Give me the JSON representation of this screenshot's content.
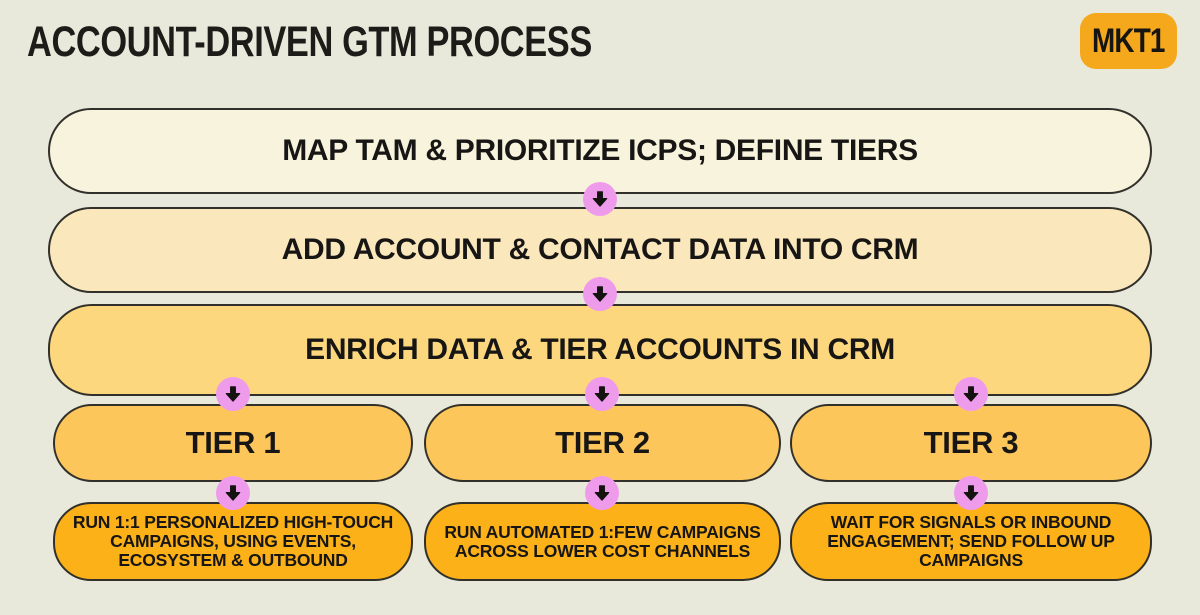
{
  "header": {
    "title": "ACCOUNT-DRIVEN GTM PROCESS",
    "logo_text": "MKT1"
  },
  "flow": {
    "steps": [
      {
        "label": "MAP TAM & PRIORITIZE ICPS; DEFINE TIERS"
      },
      {
        "label": "ADD ACCOUNT & CONTACT DATA INTO CRM"
      },
      {
        "label": "ENRICH DATA & TIER ACCOUNTS IN CRM"
      }
    ],
    "tiers": [
      {
        "label": "TIER 1",
        "detail_lines": [
          "RUN 1:1 PERSONALIZED HIGH-TOUCH",
          "CAMPAIGNS, USING EVENTS,",
          "ECOSYSTEM & OUTBOUND"
        ]
      },
      {
        "label": "TIER 2",
        "detail_lines": [
          "RUN AUTOMATED 1:FEW CAMPAIGNS",
          "ACROSS LOWER COST CHANNELS"
        ]
      },
      {
        "label": "TIER 3",
        "detail_lines": [
          "WAIT FOR SIGNALS OR INBOUND",
          "ENGAGEMENT; SEND FOLLOW UP",
          "CAMPAIGNS"
        ]
      }
    ]
  },
  "icons": {
    "connector_arrow": "arrow-down-icon"
  },
  "colors": {
    "background": "#e8e9db",
    "step1_bg": "#f8f3dc",
    "step2_bg": "#fae8bc",
    "step3_bg": "#fcd77e",
    "tier_bg": "#fdc65a",
    "detail_bg": "#fbb117",
    "logo_bg": "#f5a81b",
    "arrow_circle_bg": "#ef9bec",
    "border": "#32302a",
    "text": "#171614"
  }
}
